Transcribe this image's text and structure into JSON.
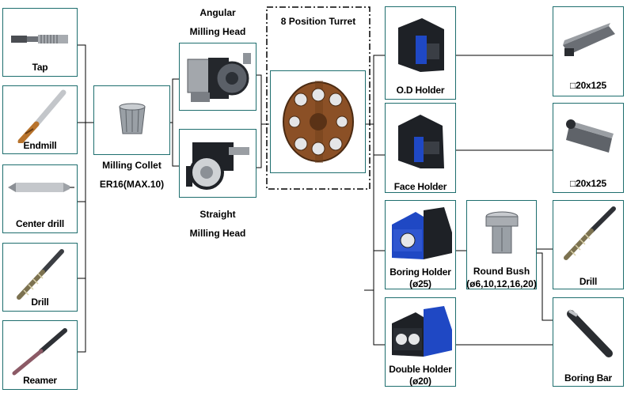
{
  "tools": {
    "tap": "Tap",
    "endmill": "Endmill",
    "center_drill": "Center drill",
    "drill": "Drill",
    "reamer": "Reamer"
  },
  "collet": {
    "name": "Milling Collet",
    "spec": "ER16(MAX.10)"
  },
  "heads": {
    "angular_line1": "Angular",
    "angular_line2": "Milling Head",
    "straight_line1": "Straight",
    "straight_line2": "Milling Head"
  },
  "turret": {
    "title": "8 Position Turret"
  },
  "holders": {
    "od": "O.D Holder",
    "face": "Face Holder",
    "boring_line1": "Boring Holder",
    "boring_line2": "(ø25)",
    "double_line1": "Double Holder",
    "double_line2": "(ø20)"
  },
  "bush": {
    "line1": "Round Bush",
    "line2": "(ø6,10,12,16,20)"
  },
  "right_tools": {
    "shank1": "□20x125",
    "shank2": "□20x125",
    "drill": "Drill",
    "boring_bar": "Boring Bar"
  },
  "colors": {
    "box_border": "#1e6e6e",
    "holder_dark": "#1e2126",
    "holder_blue": "#1f48c4",
    "turret_bronze": "#8b5026",
    "connector": "#000000"
  }
}
